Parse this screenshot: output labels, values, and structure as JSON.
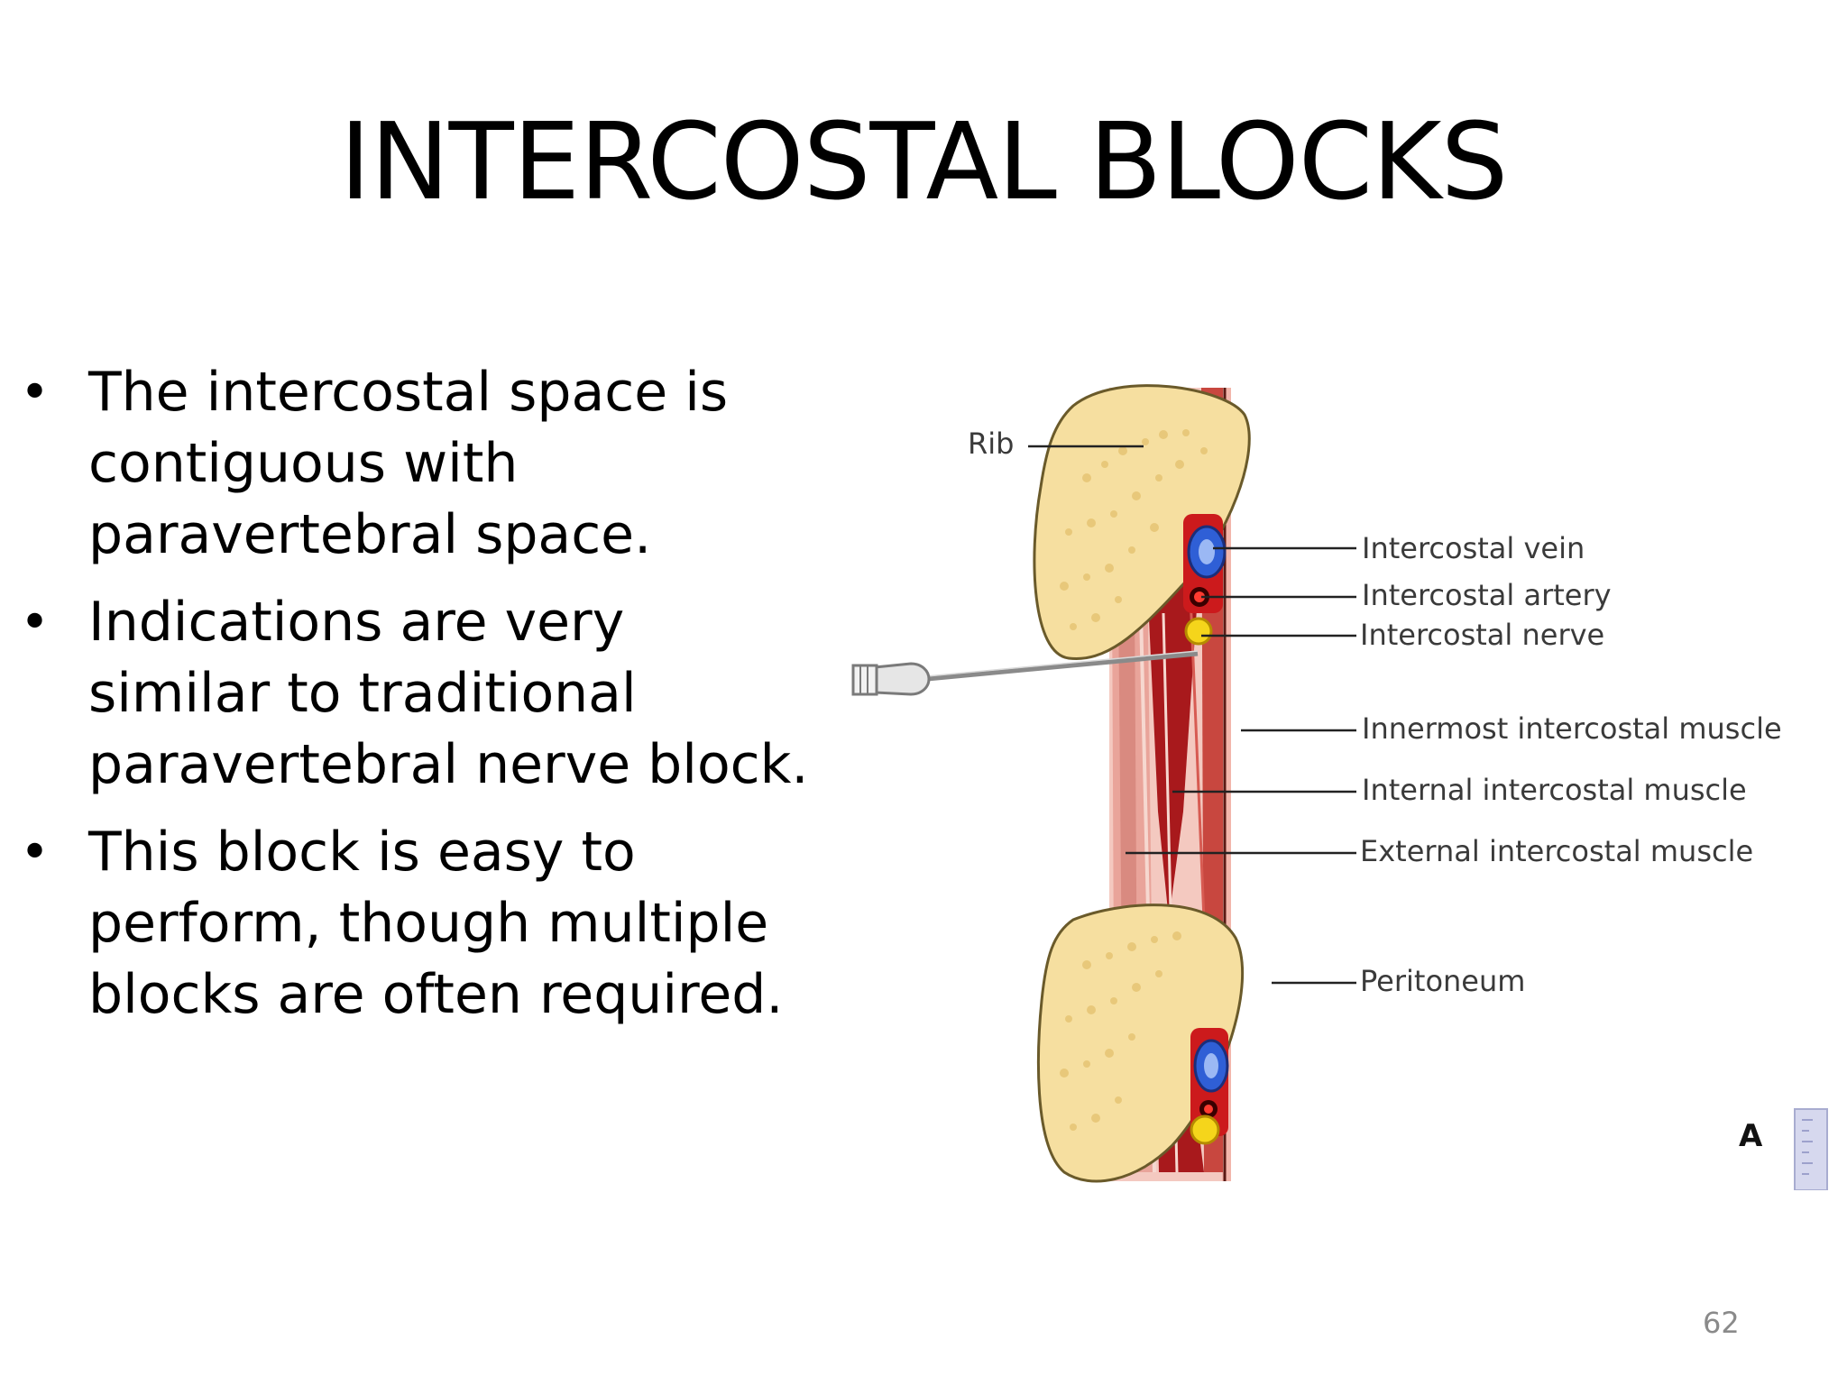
{
  "slide": {
    "title": "INTERCOSTAL BLOCKS",
    "page_number": "62"
  },
  "bullets": [
    {
      "symbol": "•",
      "text": "The intercostal space is\ncontiguous with\nparavertebral space."
    },
    {
      "symbol": "•",
      "text": "Indications are very\nsimilar to traditional\nparavertebral nerve block."
    },
    {
      "symbol": "•",
      "text": "This block is easy to\nperform, though multiple\nblocks are often required."
    }
  ],
  "diagram": {
    "labels": {
      "rib": "Rib",
      "intercostal_vein": "Intercostal vein",
      "intercostal_artery": "Intercostal artery",
      "intercostal_nerve": "Intercostal nerve",
      "innermost_muscle": "Innermost intercostal muscle",
      "internal_muscle": "Internal intercostal muscle",
      "external_muscle": "External intercostal muscle",
      "peritoneum": "Peritoneum"
    },
    "panel_letter": "A",
    "colors": {
      "bone": "#f6dfa0",
      "muscle_dark": "#a8191c",
      "muscle_light": "#e9a49a",
      "muscle_pale": "#f4c9c0",
      "vein": "#2f5fd6",
      "artery": "#d40f12",
      "nerve": "#f5d51b"
    }
  }
}
